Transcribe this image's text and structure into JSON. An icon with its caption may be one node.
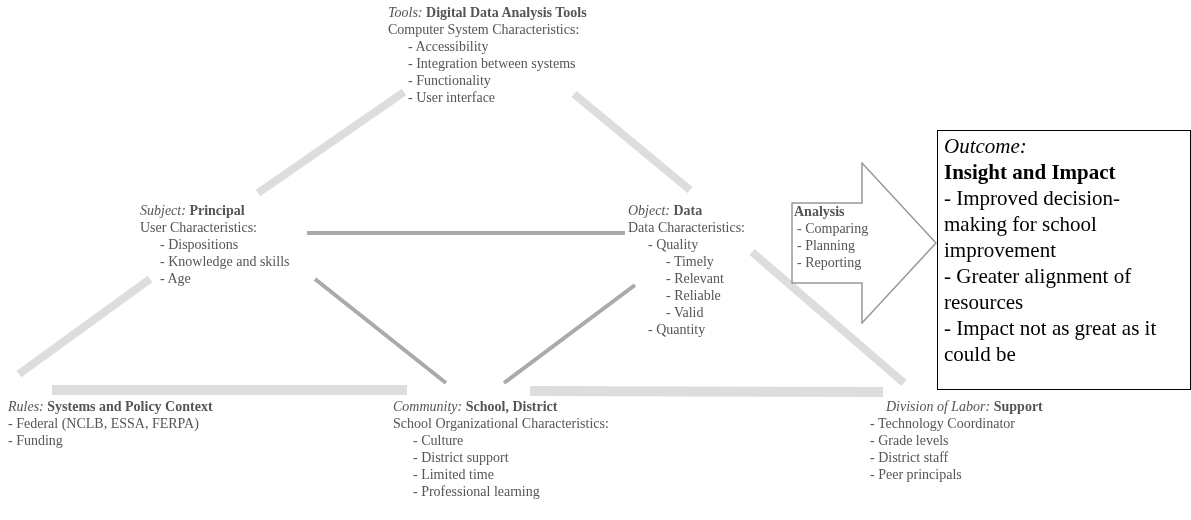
{
  "diagram": {
    "nodes": [
      {
        "text": [
          "*Tools:* **Digital Data Analysis Tools**",
          "Computer System Characteristics:",
          "- Accessibility",
          "- Integration between systems",
          "- Functionality",
          "- User interface"
        ]
      },
      {
        "text": [
          "*Subject:* **Principal**",
          "User Characteristics:",
          "- Dispositions",
          "- Knowledge and skills",
          "- Age"
        ]
      },
      {
        "text": [
          "*Object:* **Data**",
          "Data Characteristics:",
          "- Quality",
          "- Timely",
          "- Relevant",
          "- Reliable",
          "- Valid",
          "- Quantity"
        ]
      },
      {
        "text": [
          "**Analysis**",
          "- Comparing",
          "- Planning",
          "- Reporting"
        ]
      },
      {
        "text": [
          "*Outcome:*",
          "**Insight and Impact**",
          "- Improved decision-making for school improvement",
          "- Greater alignment of resources",
          "- Impact not as great as it could be"
        ]
      },
      {
        "text": [
          "*Rules:* **Systems and Policy Context**",
          "- Federal (NCLB, ESSA, FERPA)",
          "- Funding"
        ]
      },
      {
        "text": [
          "*Community:* **School, District**",
          "School Organizational Characteristics:",
          "- Culture",
          "- District support",
          "- Limited time",
          "- Professional learning"
        ]
      },
      {
        "text": [
          "*Division of Labor:* **Support**",
          "- Technology Coordinator",
          "- Grade levels",
          "- District staff",
          "- Peer principals"
        ]
      }
    ],
    "edges": [
      {
        "from": 1,
        "to": 0,
        "arrow": "none"
      },
      {
        "from": 0,
        "to": 2,
        "arrow": "none"
      },
      {
        "from": 1,
        "to": 2,
        "arrow": "none",
        "color": "#aaaaaa"
      },
      {
        "from": 1,
        "to": 5,
        "arrow": "none"
      },
      {
        "from": 1,
        "to": 6,
        "arrow": "none",
        "color": "#aaaaaa"
      },
      {
        "from": 2,
        "to": 6,
        "arrow": "none",
        "color": "#aaaaaa"
      },
      {
        "from": 2,
        "to": 7,
        "arrow": "none"
      },
      {
        "from": 5,
        "to": 6,
        "arrow": "none"
      },
      {
        "from": 6,
        "to": 7,
        "arrow": "none"
      }
    ]
  }
}
